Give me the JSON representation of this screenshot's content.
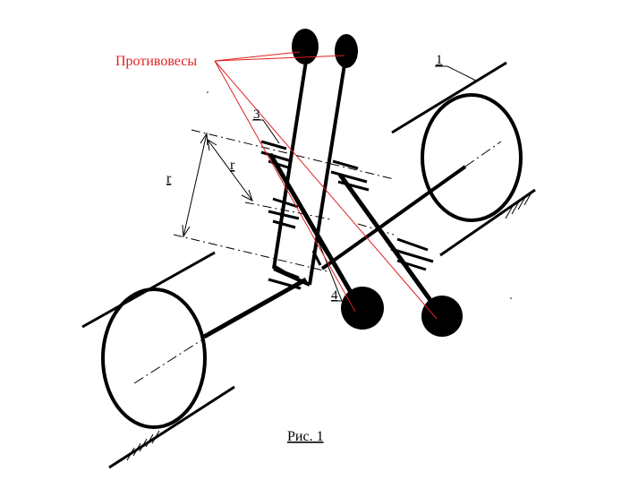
{
  "labels": {
    "counterweights": "Противовесы",
    "item_1": "1",
    "item_3": "3",
    "item_4": "4",
    "radius_outer": "r",
    "radius_inner": "r",
    "caption": "Рис. 1"
  },
  "colors": {
    "ink": "#000000",
    "annotation": "#e02020"
  }
}
